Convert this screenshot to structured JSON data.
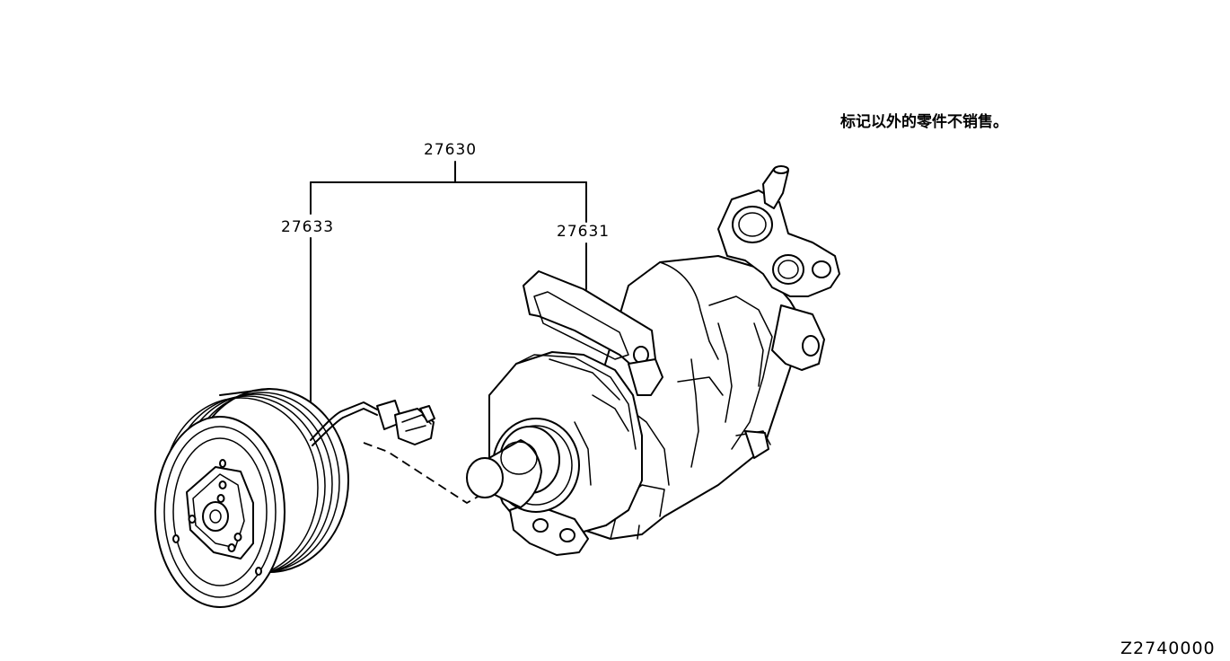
{
  "callouts": {
    "assembly": "27630",
    "clutch": "27633",
    "compressor": "27631"
  },
  "note": "标记以外的零件不销售。",
  "diagram_code": "Z2740000"
}
